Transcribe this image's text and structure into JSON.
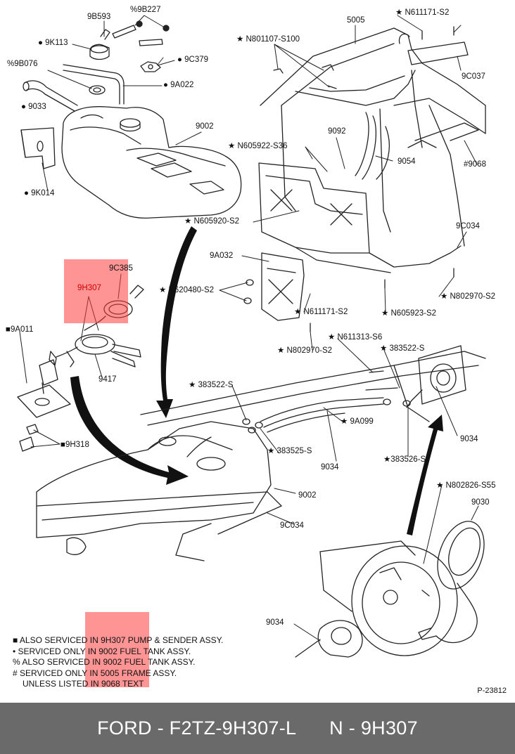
{
  "labels": {
    "9B593": "9B593",
    "9B227": "%9B227",
    "9K113": "● 9K113",
    "9C379": "● 9C379",
    "9B076": "%9B076",
    "9A022": "● 9A022",
    "9033": "● 9033",
    "9002_top": "9002",
    "9K014": "● 9K014",
    "5005": "5005",
    "N611171_top": "★ N611171-S2",
    "N801107": "★ N801107-S100",
    "9C037": "9C037",
    "9092": "9092",
    "N605922": "★ N605922-S36",
    "9054": "9054",
    "9068": "#9068",
    "N605920": "★ N605920-S2",
    "9C034_top": "9C034",
    "9A032": "9A032",
    "N620480": "★ N620480-S2",
    "N802970_right": "★ N802970-S2",
    "N611171_mid": "★ N611171-S2",
    "N605923": "★ N605923-S2",
    "N802970_mid": "★ N802970-S2",
    "9C385": "9C385",
    "9H307": "9H307",
    "9A011": "■9A011",
    "9417": "9417",
    "9H318": "■9H318",
    "N611313": "★ N611313-S6",
    "383522_right": "★ 383522-S",
    "383522_left": "★ 383522-S",
    "9A099": "★ 9A099",
    "9034_right": "9034",
    "383525": "★ 383525-S",
    "9034_mid": "9034",
    "383526": "★383526-S",
    "9002_bottom": "9002",
    "9C034_bottom": "9C034",
    "N802826": "★ N802826-S55",
    "9030": "9030",
    "9034_bottom": "9034"
  },
  "legend": [
    "■ ALSO SERVICED IN 9H307 PUMP & SENDER ASSY.",
    "• SERVICED ONLY IN 9002 FUEL TANK ASSY.",
    "% ALSO SERVICED IN 9002 FUEL TANK ASSY.",
    "# SERVICED ONLY IN 5005 FRAME ASSY.",
    "UNLESS LISTED IN 9068 TEXT"
  ],
  "figure_number": "P-23812",
  "footer": {
    "left": "FORD - F2TZ-9H307-L",
    "right": "N - 9H307"
  },
  "colors": {
    "highlight": "#ff3c3c",
    "footer_bg": "#6a6a6a",
    "footer_text": "#ffffff",
    "line": "#222222"
  }
}
